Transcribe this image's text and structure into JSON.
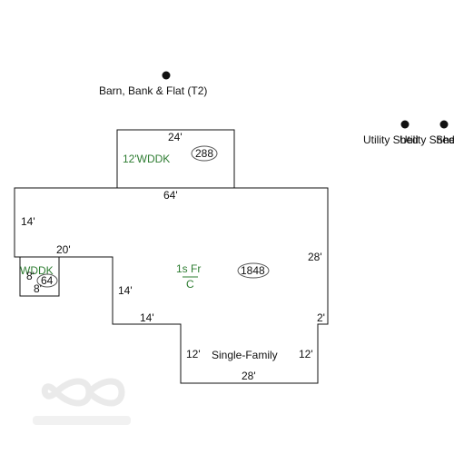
{
  "colors": {
    "line": "#111111",
    "label_green": "#2e7d32",
    "background": "#ffffff",
    "watermark": "#d9d9d9"
  },
  "markers": {
    "barn": "Barn, Bank & Flat (T2)",
    "utility_1": "Utility Shed",
    "utility_2": "Utility Shed",
    "shed_cut": "She"
  },
  "deck_top": {
    "label": "12'WDDK",
    "area": "288",
    "top_dim": "24'"
  },
  "main": {
    "top_dim": "64'",
    "left_dim": "14'",
    "ledge_dim": "20'",
    "right_dim": "28'",
    "step_right_dim": "2'",
    "inner_vertical_dim": "14'",
    "inner_horizontal_dim": "14'",
    "bottom_left_dim": "12'",
    "bottom_right_dim": "12'",
    "bottom_dim": "28'",
    "label_line1": "1s Fr",
    "label_line2": "C",
    "area": "1848",
    "use_label": "Single-Family"
  },
  "deck_small": {
    "label": "WDDK",
    "area": "64",
    "left_dim": "8'",
    "bottom_dim": "8'"
  },
  "watermark_icon": "infinity-logo-icon"
}
